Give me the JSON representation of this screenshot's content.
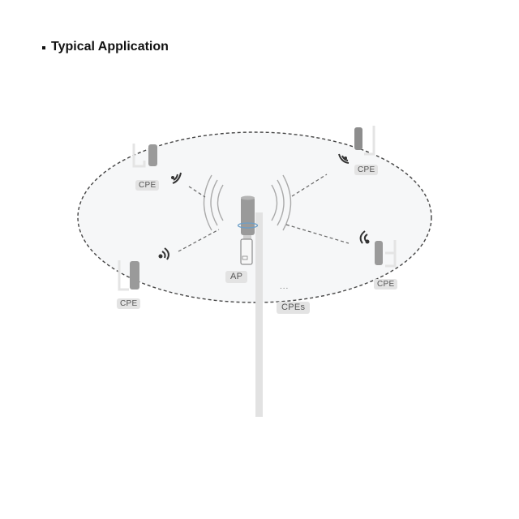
{
  "section": {
    "bullet": "▪",
    "title": "Typical Application"
  },
  "diagram": {
    "coverage_area": {
      "shape": "ellipse",
      "border": "dashed",
      "fill": "#f5f6f7",
      "stroke": "#444444"
    },
    "ap": {
      "label": "AP",
      "ring_color": "#6b9ec8"
    },
    "cpes": [
      {
        "id": "cpe-top-left",
        "label": "CPE"
      },
      {
        "id": "cpe-top-right",
        "label": "CPE"
      },
      {
        "id": "cpe-bottom-left",
        "label": "CPE"
      },
      {
        "id": "cpe-right",
        "label": "CPE"
      }
    ],
    "more_cpes": {
      "ellipsis": "...",
      "label": "CPEs"
    },
    "colors": {
      "device_gray": "#9a9a9a",
      "bracket": "#f2f2f2",
      "pole": "#e2e2e2",
      "link_dash": "#666666",
      "signal_arc": "#aaaaaa",
      "wifi_icon": "#333333"
    }
  }
}
